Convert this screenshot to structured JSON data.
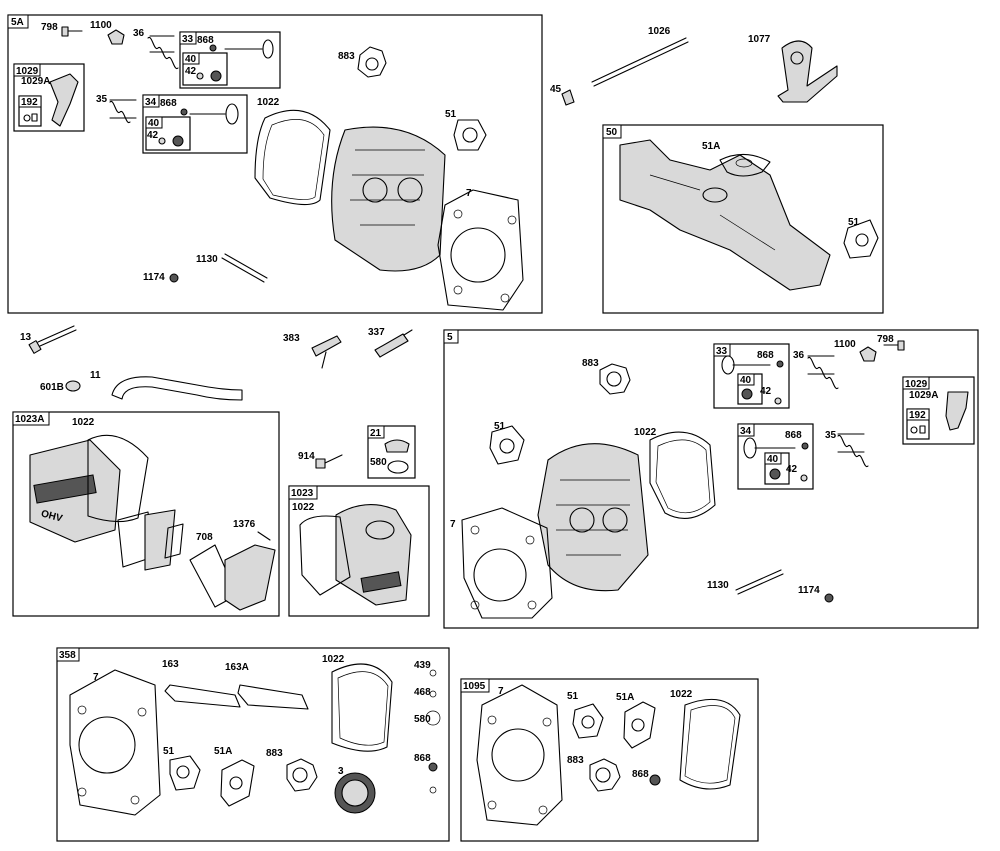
{
  "groups": {
    "g5A": "5A",
    "g1029a": "1029",
    "g192a": "192",
    "g33a": "33",
    "g40a": "40",
    "g34a": "34",
    "g40b": "40",
    "g50": "50",
    "g1023A": "1023A",
    "g21": "21",
    "g1023": "1023",
    "g5": "5",
    "g33b": "33",
    "g40c": "40",
    "g34b": "34",
    "g40d": "40",
    "g1029b": "1029",
    "g192b": "192",
    "g358": "358",
    "g1095": "1095"
  },
  "labels": {
    "l798a": "798",
    "l1100a": "1100",
    "l36a": "36",
    "l868a": "868",
    "l42a": "42",
    "l1029Aa": "1029A",
    "l35a": "35",
    "l868b": "868",
    "l42b": "42",
    "l883a": "883",
    "l1022a": "1022",
    "l51a": "51",
    "l7a": "7",
    "l1130a": "1130",
    "l1174a": "1174",
    "l1026": "1026",
    "l1077": "1077",
    "l45": "45",
    "l51Aa": "51A",
    "l51b": "51",
    "l13": "13",
    "l11": "11",
    "l601B": "601B",
    "l383": "383",
    "l337": "337",
    "l1022b": "1022",
    "l708": "708",
    "l1376": "1376",
    "l914": "914",
    "l580a": "580",
    "l1022c": "1022",
    "l883b": "883",
    "l868c": "868",
    "l42c": "42",
    "l36b": "36",
    "l1100b": "1100",
    "l798b": "798",
    "l51c": "51",
    "l1022d": "1022",
    "l868d": "868",
    "l42d": "42",
    "l35b": "35",
    "l1029Ab": "1029A",
    "l7b": "7",
    "l1130b": "1130",
    "l1174b": "1174",
    "l7c": "7",
    "l163": "163",
    "l163A": "163A",
    "l1022e": "1022",
    "l439": "439",
    "l468": "468",
    "l580b": "580",
    "l868e": "868",
    "l51d": "51",
    "l51Ab": "51A",
    "l883c": "883",
    "l3": "3",
    "l7d": "7",
    "l51e": "51",
    "l51Ac": "51A",
    "l1022f": "1022",
    "l883d": "883",
    "l868f": "868"
  },
  "logo_text": "OHV"
}
